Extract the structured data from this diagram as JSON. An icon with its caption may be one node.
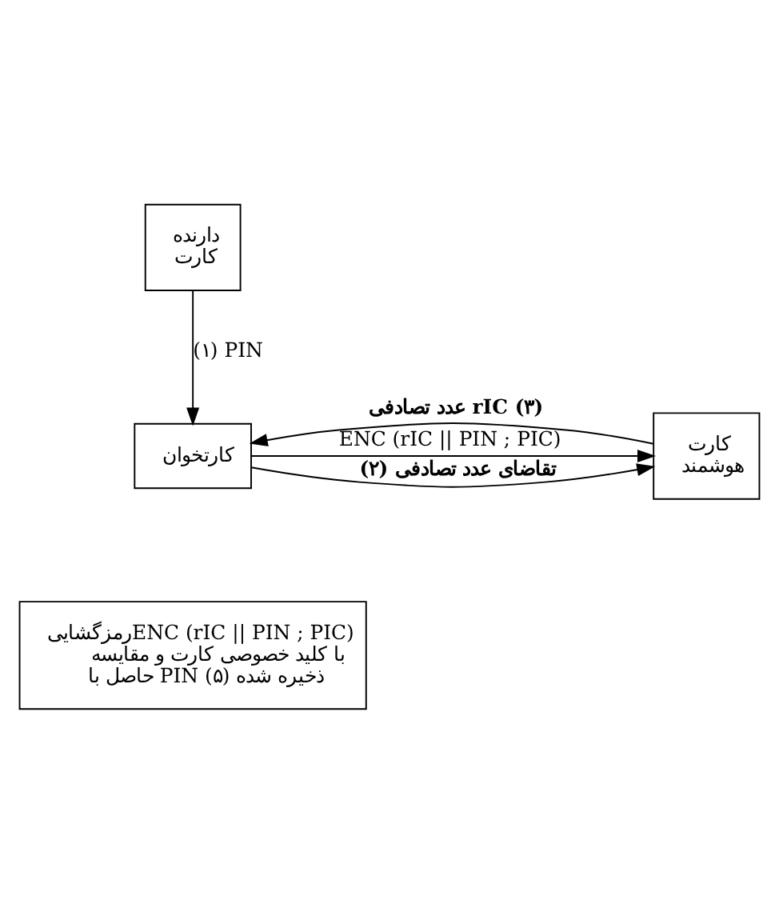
{
  "diagram": {
    "nodes": [
      {
        "text": [
          "دارنده کارت"
        ]
      },
      {
        "text": [
          "کارت هوشمند"
        ]
      },
      {
        "text": [
          "کارتخوان"
        ]
      },
      {
        "text": [
          "رمزگشاییENC (rIC || PIN ; PIC) با کلید خصوصی کارت و مقایسه حاصل با PIN ذخیره شده (۵)"
        ]
      }
    ],
    "edges": [
      {
        "from": 0,
        "to": 2,
        "arrow": "to",
        "label": "(۱) PIN"
      },
      {
        "from": 2,
        "to": 1,
        "arrow": "to",
        "label": "تقاضای عدد تصادفی (۲)"
      },
      {
        "from": 1,
        "to": 2,
        "arrow": "to",
        "label": "عدد تصادفی rIC (۳)"
      },
      {
        "from": 2,
        "to": 1,
        "arrow": "to",
        "label": "ENC (rIC || PIN ; PIC)"
      }
    ]
  }
}
